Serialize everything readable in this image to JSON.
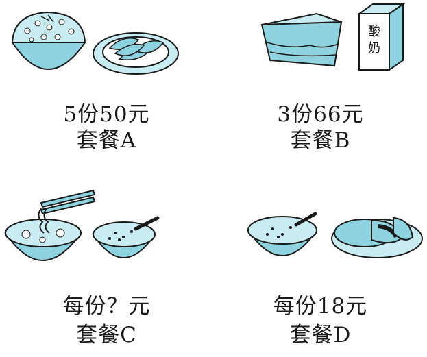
{
  "colors": {
    "accent": "#8fd3e0",
    "light": "#c9ecf2",
    "ink": "#1a1a1a"
  },
  "meals": [
    {
      "price": "5份50元",
      "name": "套餐A",
      "icons": [
        "rice-bowl-icon",
        "sliced-vegetable-plate-icon"
      ]
    },
    {
      "price": "3份66元",
      "name": "套餐B",
      "icons": [
        "sandwich-icon"
      ],
      "carton_label": "酸奶"
    },
    {
      "price": "每份？元",
      "name": "套餐C",
      "icons": [
        "noodle-bowl-icon",
        "porridge-bowl-icon"
      ]
    },
    {
      "price": "每份18元",
      "name": "套餐D",
      "icons": [
        "porridge-bowl-icon",
        "pancake-plate-icon"
      ]
    }
  ]
}
